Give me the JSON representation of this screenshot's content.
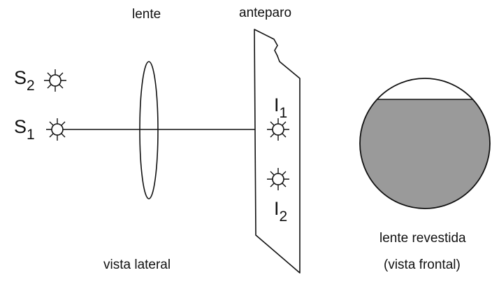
{
  "labels": {
    "lens": "lente",
    "screen": "anteparo",
    "side_view": "vista lateral",
    "coated_lens": "lente revestida",
    "front_view": "(vista frontal)"
  },
  "symbols": {
    "s2": {
      "letter": "S",
      "sub": "2"
    },
    "s1": {
      "letter": "S",
      "sub": "1"
    },
    "i1": {
      "letter": "I",
      "sub": "1"
    },
    "i2": {
      "letter": "I",
      "sub": "2"
    }
  },
  "colors": {
    "line": "#111111",
    "coating": "#9a9a9a",
    "background": "#ffffff"
  },
  "icons": {
    "source": "light-source-icon",
    "image": "image-point-icon"
  }
}
